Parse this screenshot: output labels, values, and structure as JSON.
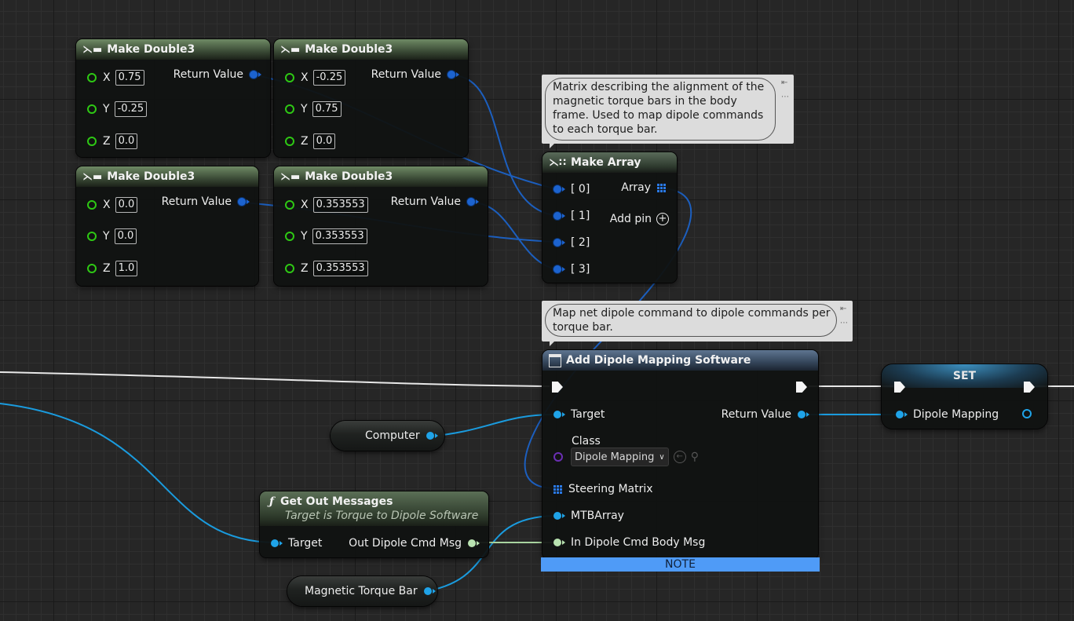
{
  "make_double3_nodes": [
    {
      "title": "Make Double3",
      "x": "0.75",
      "y": "-0.25",
      "z": "0.0",
      "output": "Return Value"
    },
    {
      "title": "Make Double3",
      "x": "-0.25",
      "y": "0.75",
      "z": "0.0",
      "output": "Return Value"
    },
    {
      "title": "Make Double3",
      "x": "0.0",
      "y": "0.0",
      "z": "1.0",
      "output": "Return Value"
    },
    {
      "title": "Make Double3",
      "x": "0.353553",
      "y": "0.353553",
      "z": "0.353553",
      "output": "Return Value"
    }
  ],
  "axis_labels": {
    "x": "X",
    "y": "Y",
    "z": "Z"
  },
  "comment_matrix": "Matrix describing the alignment of the magnetic torque bars in the body frame. Used to map dipole commands to each torque bar.",
  "comment_map": "Map net dipole command to dipole commands per torque bar.",
  "make_array": {
    "title": "Make Array",
    "inputs": [
      "[ 0]",
      "[ 1]",
      "[ 2]",
      "[ 3]"
    ],
    "output": "Array",
    "add_pin": "Add pin"
  },
  "add_dipole": {
    "title": "Add Dipole Mapping Software",
    "target": "Target",
    "class_label": "Class",
    "class_value": "Dipole Mapping",
    "steering_matrix": "Steering Matrix",
    "mtb_array": "MTBArray",
    "in_dipole": "In Dipole Cmd Body Msg",
    "return_value": "Return Value",
    "note": "NOTE"
  },
  "set_node": {
    "title": "SET",
    "pin": "Dipole Mapping"
  },
  "computer_var": "Computer",
  "magnetic_var": "Magnetic Torque Bar",
  "get_out_messages": {
    "title": "Get Out Messages",
    "subtitle": "Target is Torque to Dipole Software",
    "target": "Target",
    "output": "Out Dipole Cmd Msg"
  },
  "colors": {
    "vector_pin": "#2ec814",
    "object_pin": "#1fa3e8",
    "struct_pin": "#1c63cf",
    "message_pin": "#b9e3b1",
    "class_pin": "#6a2fb3",
    "note_bar": "#4f9bf7"
  },
  "icons": {
    "make_node": "make-struct-icon",
    "array_node": "make-array-icon",
    "function_node": "function-icon",
    "software_node": "window-icon",
    "add_pin": "plus-circle-icon",
    "browse": "browse-arrow-icon",
    "search": "search-icon",
    "comment_pin": "pin-icon"
  }
}
